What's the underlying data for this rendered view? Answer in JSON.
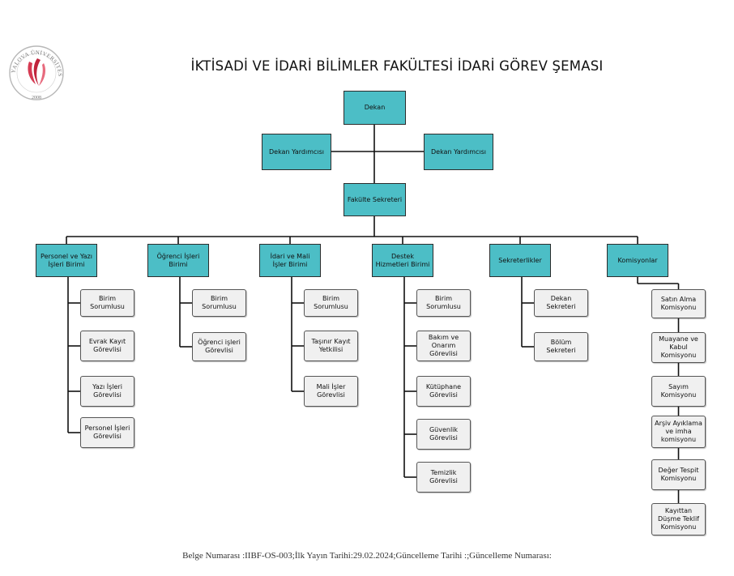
{
  "title": "İKTİSADİ VE İDARİ BİLİMLER FAKÜLTESİ İDARİ GÖREV ŞEMASI",
  "logo": {
    "ring_text": "YALOVA ÜNİVERSİTESİ",
    "year": "2008"
  },
  "colors": {
    "unit_fill": "#4cbec6",
    "task_fill": "#f0f0f0",
    "line": "#111111",
    "logo_red": "#c0243c"
  },
  "top": {
    "dekan": "Dekan",
    "yardimci_left": "Dekan Yardımcısı",
    "yardimci_right": "Dekan Yardımcısı",
    "sekreter": "Fakülte Sekreteri"
  },
  "departments": [
    {
      "label": "Personel ve Yazı İşleri Birimi",
      "children": [
        "Birim Sorumlusu",
        "Evrak Kayıt Görevlisi",
        "Yazı İşleri Görevlisi",
        "Personel İşleri Görevlisi"
      ]
    },
    {
      "label": "Öğrenci İşleri Birimi",
      "children": [
        "Birim Sorumlusu",
        "Öğrenci işleri Görevlisi"
      ]
    },
    {
      "label": "İdari ve Mali İşler Birimi",
      "children": [
        "Birim Sorumlusu",
        "Taşınır Kayıt Yetkilisi",
        "Mali İşler Görevlisi"
      ]
    },
    {
      "label": "Destek Hizmetleri Birimi",
      "children": [
        "Birim Sorumlusu",
        "Bakım ve Onarım Görevlisi",
        "Kütüphane Görevlisi",
        "Güvenlik Görevlisi",
        "Temizlik Görevlisi"
      ]
    },
    {
      "label": "Sekreterlikler",
      "children": [
        "Dekan Sekreteri",
        "Bölüm Sekreteri"
      ]
    },
    {
      "label": "Komisyonlar",
      "children": [
        "Satın Alma Komisyonu",
        "Muayane ve Kabul Komisyonu",
        "Sayım Komisyonu",
        "Arşiv Ayıklama ve imha komisyonu",
        "Değer Tespit Komisyonu",
        "Kayıttan Düşme Teklif Komisyonu"
      ]
    }
  ],
  "footer": "Belge Numarası :IIBF-OS-003;İlk Yayın Tarihi:29.02.2024;Güncelleme Tarihi :;Güncelleme Numarası:"
}
